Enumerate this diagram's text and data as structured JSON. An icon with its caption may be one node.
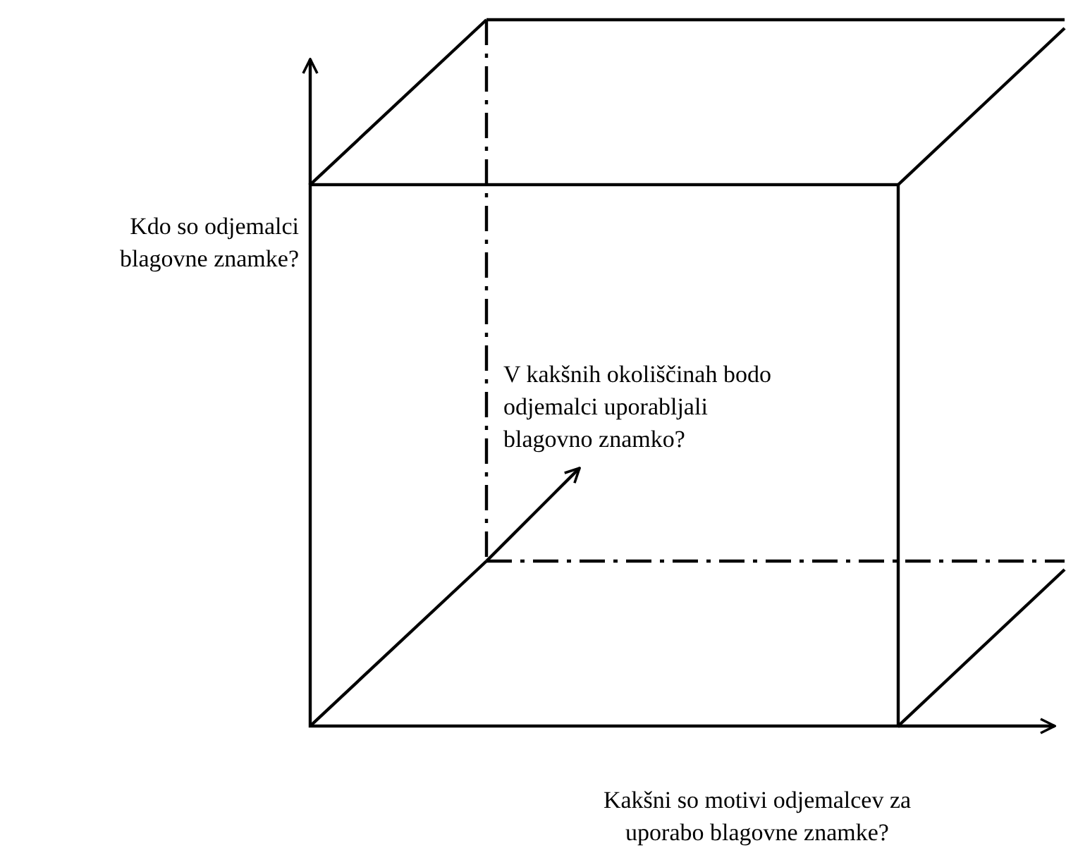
{
  "diagram": {
    "labels": [
      "Kdo so odjemalci blagovne znamke?",
      "V kakšnih okoliščinah bodo odjemalci uporabljali blagovno znamko?",
      "Kakšni so motivi odjemalcev za uporabo blagovne znamke?"
    ]
  }
}
